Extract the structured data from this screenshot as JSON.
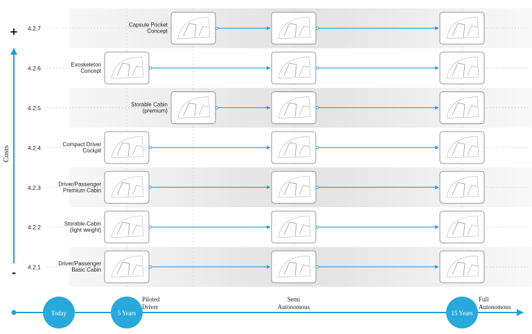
{
  "axis": {
    "y_label": "Costs",
    "plus": "+",
    "minus": "-"
  },
  "timeline": {
    "milestones": [
      {
        "label": "Today"
      },
      {
        "label": "5 Years"
      },
      {
        "label": "15 Years"
      }
    ],
    "phases": [
      {
        "line1": "Piloted",
        "line2": "Driver"
      },
      {
        "line1": "Semi",
        "line2": "Autonomous"
      },
      {
        "line1": "Full",
        "line2": "Autonomous"
      }
    ]
  },
  "rows": [
    {
      "code": "4.2.7",
      "name_lines": [
        "Capsule Pocket",
        "Concept"
      ],
      "stages": [
        2,
        3,
        5
      ]
    },
    {
      "code": "4.2.6",
      "name_lines": [
        "Exoskeleton",
        "Concept"
      ],
      "stages": [
        1,
        3,
        5
      ]
    },
    {
      "code": "4.2.5",
      "name_lines": [
        "Storable Cabin",
        "(premium)"
      ],
      "stages": [
        2,
        3,
        5
      ]
    },
    {
      "code": "4.2.4",
      "name_lines": [
        "Compact Driver",
        "Cockpit"
      ],
      "stages": [
        1,
        3,
        5
      ]
    },
    {
      "code": "4.2.3",
      "name_lines": [
        "Driver/Passenger",
        "Premium Cabin"
      ],
      "stages": [
        1,
        3,
        5
      ]
    },
    {
      "code": "4.2.2",
      "name_lines": [
        "Storable-Cabin",
        "(light weight)"
      ],
      "stages": [
        1,
        3,
        5
      ]
    },
    {
      "code": "4.2.1",
      "name_lines": [
        "Driver/Passenger",
        "Basic Cabin"
      ],
      "stages": [
        1,
        3,
        5
      ]
    }
  ],
  "colors": {
    "accent": "#1e9fd6",
    "milestone": "#29a8dc",
    "band": "#e8e8e8",
    "thumb_border": "#8a8a8a"
  }
}
